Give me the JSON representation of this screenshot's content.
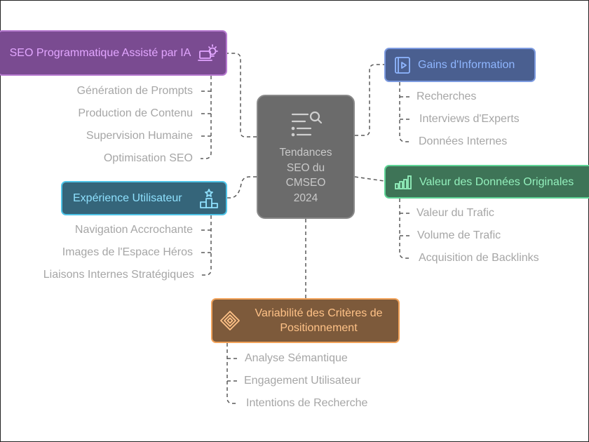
{
  "center": {
    "label_lines": [
      "Tendances",
      "SEO du",
      "CMSEO",
      "2024"
    ],
    "icon": "list-search-icon"
  },
  "branches": {
    "seo_programmatique": {
      "title": "SEO Programmatique Assisté par IA",
      "icon": "laptop-idea-icon",
      "color": "#b77ad0",
      "items": [
        "Génération de Prompts",
        "Production de Contenu",
        "Supervision Humaine",
        "Optimisation SEO"
      ]
    },
    "gains_information": {
      "title": "Gains d'Information",
      "icon": "video-book-icon",
      "color": "#7d9be0",
      "items": [
        "Recherches",
        "Interviews d'Experts",
        "Données Internes"
      ]
    },
    "experience_utilisateur": {
      "title": "Expérience Utilisateur",
      "icon": "podium-star-icon",
      "color": "#4fc4e8",
      "items": [
        "Navigation Accrochante",
        "Images de l'Espace Héros",
        "Liaisons Internes Stratégiques"
      ]
    },
    "valeur_donnees": {
      "title": "Valeur des Données Originales",
      "icon": "bar-chart-icon",
      "color": "#5ed496",
      "items": [
        "Valeur du Trafic",
        "Volume de Trafic",
        "Acquisition de Backlinks"
      ]
    },
    "variabilite": {
      "title_lines": [
        "Variabilité des Critères de",
        "Positionnement"
      ],
      "icon": "diamond-layers-icon",
      "color": "#f2a35a",
      "items": [
        "Analyse Sémantique",
        "Engagement Utilisateur",
        "Intentions de Recherche"
      ]
    }
  }
}
